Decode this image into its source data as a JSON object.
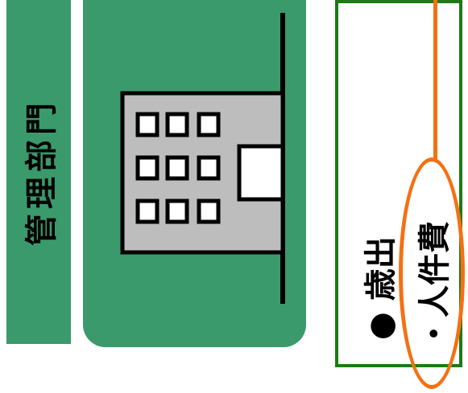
{
  "left_panel": {
    "department_label": "管理部門"
  },
  "building": {
    "icon": "office-building-icon",
    "panel_color": "#3a9a6c"
  },
  "budget_box": {
    "expense_label": "● 歳出",
    "personnel_label": "・人件費",
    "border_color": "#1d7a16",
    "highlight_color": "#f37113"
  }
}
